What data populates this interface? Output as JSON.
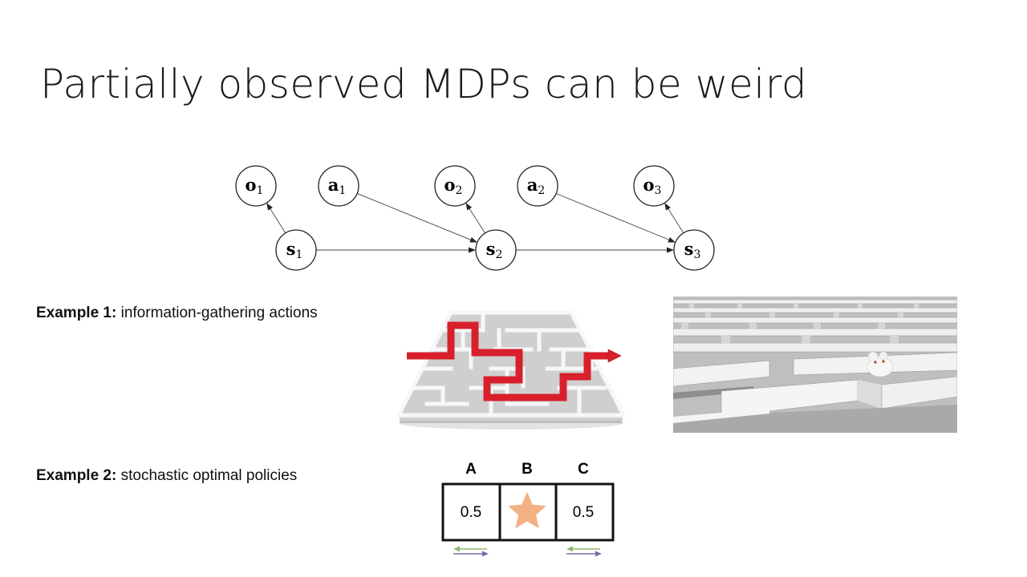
{
  "title": "Partially observed MDPs can be weird",
  "graph": {
    "nodes": [
      {
        "id": "o1",
        "main": "o",
        "sub": "1"
      },
      {
        "id": "a1",
        "main": "a",
        "sub": "1"
      },
      {
        "id": "o2",
        "main": "o",
        "sub": "2"
      },
      {
        "id": "a2",
        "main": "a",
        "sub": "2"
      },
      {
        "id": "o3",
        "main": "o",
        "sub": "3"
      },
      {
        "id": "s1",
        "main": "s",
        "sub": "1"
      },
      {
        "id": "s2",
        "main": "s",
        "sub": "2"
      },
      {
        "id": "s3",
        "main": "s",
        "sub": "3"
      }
    ],
    "edges": [
      [
        "s1",
        "o1"
      ],
      [
        "s1",
        "s2"
      ],
      [
        "a1",
        "s2"
      ],
      [
        "s2",
        "o2"
      ],
      [
        "s2",
        "s3"
      ],
      [
        "a2",
        "s3"
      ],
      [
        "s3",
        "o3"
      ]
    ]
  },
  "example1": {
    "label": "Example 1:",
    "text": "information-gathering actions"
  },
  "example2": {
    "label": "Example 2:",
    "text": "stochastic optimal policies"
  },
  "grid": {
    "columns": [
      "A",
      "B",
      "C"
    ],
    "cells": [
      "0.5",
      "star",
      "0.5"
    ],
    "star_color": "#F4B183",
    "arrow_colors": {
      "left": "#8DB86B",
      "right": "#7A6BA8"
    }
  }
}
